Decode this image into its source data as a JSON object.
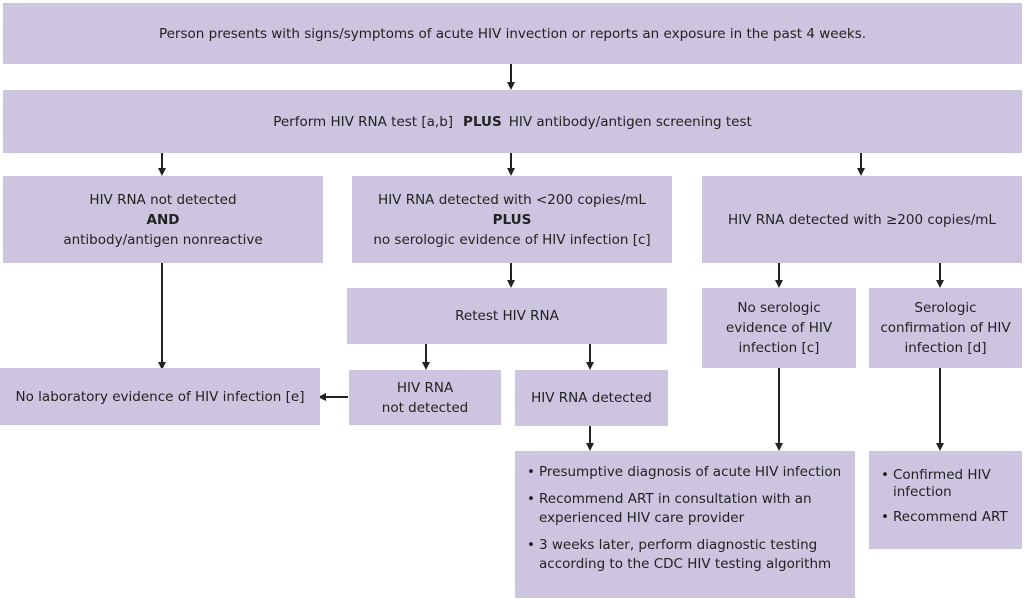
{
  "nodes": {
    "start": "Person presents with signs/symptoms of acute HIV invection or reports an exposure in the past 4 weeks.",
    "perform": {
      "pre": "Perform HIV RNA test [a,b]",
      "plus": "PLUS",
      "post": "HIV antibody/antigen screening test"
    },
    "not_detected": {
      "line1": "HIV RNA not detected",
      "and": "AND",
      "line2": "antibody/antigen nonreactive"
    },
    "low_detected": {
      "line1": "HIV RNA detected with <200 copies/mL",
      "plus": "PLUS",
      "line2": "no serologic evidence of HIV infection [c]"
    },
    "high_detected": "HIV RNA detected with ≥200 copies/mL",
    "retest": "Retest HIV RNA",
    "no_serologic": {
      "line1": "No serologic",
      "line2": "evidence of HIV",
      "line3": "infection [c]"
    },
    "serologic_confirm": {
      "line1": "Serologic",
      "line2": "confirmation of HIV",
      "line3": "infection [d]"
    },
    "no_lab_evidence": "No laboratory evidence of HIV infection [e]",
    "retest_not_detected": {
      "line1": "HIV RNA",
      "line2": "not detected"
    },
    "retest_detected": "HIV RNA detected",
    "presumptive": {
      "items": [
        "Presumptive diagnosis of acute HIV infection",
        "Recommend ART in consultation with an experienced HIV care provider",
        "3 weeks later, perform diagnostic testing according to the CDC HIV testing algorithm"
      ]
    },
    "confirmed": {
      "items": [
        "Confirmed HIV infection",
        "Recommend ART"
      ]
    }
  }
}
